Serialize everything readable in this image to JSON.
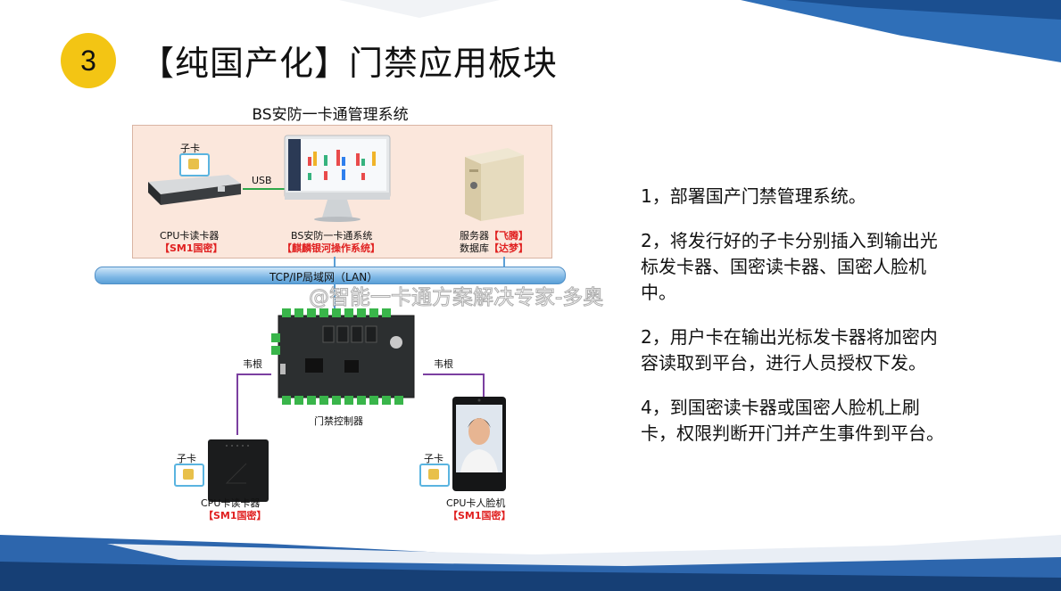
{
  "slide": {
    "number": "3",
    "title": "【纯国产化】门禁应用板块"
  },
  "diagram": {
    "system_title": "BS安防一卡通管理系统",
    "sub_card_label": "子卡",
    "usb_label": "USB",
    "cpu_reader_label": "CPU卡读卡器",
    "sm1_label": "【SM1国密】",
    "bs_system_label": "BS安防一卡通系统",
    "os_label": "【麒麟银河操作系统】",
    "server_label": "服务器",
    "server_brand": "【飞腾】",
    "database_label": "数据库",
    "database_brand": "【达梦】",
    "network_label": "TCP/IP局域网（LAN）",
    "wiegand_left": "韦根",
    "wiegand_right": "韦根",
    "controller_label": "门禁控制器",
    "bottom_left_sub_card": "子卡",
    "bottom_left_reader": "CPU卡读卡器",
    "bottom_left_sm1": "【SM1国密】",
    "bottom_right_sub_card": "子卡",
    "bottom_right_face": "CPU卡人脸机",
    "bottom_right_sm1": "【SM1国密】"
  },
  "watermark": "@智能一卡通方案解决专家-多奥",
  "steps": [
    "1，部署国产门禁管理系统。",
    "2，将发行好的子卡分别插入到输出光标发卡器、国密读卡器、国密人脸机中。",
    "2，用户卡在输出光标发卡器将加密内容读取到平台，进行人员授权下发。",
    "4，到国密读卡器或国密人脸机上刷卡，权限判断开门并产生事件到平台。"
  ],
  "colors": {
    "badge": "#f3c514",
    "accent_blue": "#1f5fa8",
    "brand_red": "#e02020",
    "wiegand_line": "#7b3fa0",
    "usb_line": "#2fa84a",
    "network_bar": "#7fb8e6"
  }
}
